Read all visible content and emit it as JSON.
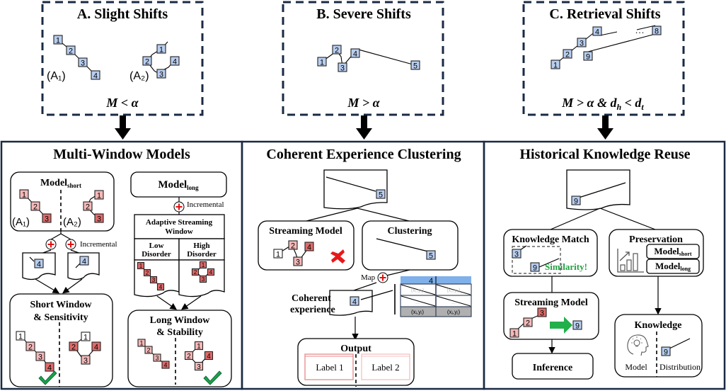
{
  "colors": {
    "frame": "#1a2a44",
    "node_blue": "#b8cef0",
    "node_pink": "#f4b8b8",
    "node_red": "#e06a6a",
    "plus_red": "#e01010",
    "check_green": "#1aa24a",
    "arrow_green": "#22b04a",
    "similarity_green": "#22a040",
    "table_header_blue": "#7fb0ea",
    "table_footer_gray": "#b0b0b0",
    "x_red": "#e81818"
  },
  "shifts": [
    {
      "title": "A. Slight Shifts",
      "formula": "M < α",
      "sub_labels": [
        "(A₁)",
        "(A₂)"
      ],
      "chain_a1": [
        "1",
        "2",
        "3",
        "4"
      ],
      "chain_a2": [
        "1",
        "2",
        "3",
        "4"
      ]
    },
    {
      "title": "B. Severe Shifts",
      "formula": "M > α",
      "nodes": [
        "1",
        "2",
        "3",
        "4",
        "5"
      ]
    },
    {
      "title": "C. Retrieval Shifts",
      "formula_main": "M > α & d",
      "formula_sub_h": "h",
      "formula_mid": " < d",
      "formula_sub_t": "t",
      "nodes": [
        "1",
        "2",
        "3",
        "4",
        "8",
        "9"
      ],
      "ellipsis": "…"
    }
  ],
  "panel_multi_window": {
    "title": "Multi-Window Models",
    "model_short": {
      "base": "Model",
      "sub": "short"
    },
    "model_long": {
      "base": "Model",
      "sub": "long"
    },
    "sub_labels": [
      "(A₁)",
      "(A₂)"
    ],
    "incremental_label": "Incremental",
    "adaptive_window": {
      "line1": "Adaptive Streaming",
      "line2": "Window"
    },
    "low_disorder": {
      "line1": "Low",
      "line2": "Disorder"
    },
    "high_disorder": {
      "line1": "High",
      "line2": "Disorder"
    },
    "incoming_node": "4",
    "short_window": {
      "line1": "Short Window",
      "line2": "& Sensitivity"
    },
    "long_window": {
      "line1": "Long Window",
      "line2": "& Stability"
    },
    "nodes": [
      "1",
      "2",
      "3",
      "4"
    ]
  },
  "panel_clustering": {
    "title": "Coherent Experience Clustering",
    "top_node": "5",
    "streaming_model_label": "Streaming Model",
    "clustering_label": "Clustering",
    "map_label": "Map",
    "coherent_label": {
      "line1": "Coherent",
      "line2": "experience"
    },
    "coherent_node": "4",
    "table": {
      "header": "4",
      "rows_faded": [
        [
          "(x₁,y₁)",
          "(x₂,y₂)"
        ],
        [
          "...",
          "..."
        ]
      ],
      "footer": [
        "(xᵢ,yᵢ)",
        "(xⱼ,yⱼ)"
      ]
    },
    "output_label": "Output",
    "output_labels": [
      "Label 1",
      "Label 2"
    ],
    "nodes": [
      "1",
      "2",
      "3",
      "4",
      "5"
    ]
  },
  "panel_reuse": {
    "title": "Historical Knowledge Reuse",
    "top_node": "9",
    "knowledge_match_label": "Knowledge Match",
    "match_nodes": [
      "3",
      "9"
    ],
    "similarity_label": "Similarity!",
    "preservation_label": "Preservation",
    "preservation_models": [
      {
        "base": "Model",
        "sub": "short"
      },
      {
        "base": "Model",
        "sub": "long"
      }
    ],
    "streaming_model_label": "Streaming Model",
    "streaming_nodes": [
      "1",
      "2",
      "3"
    ],
    "streaming_target": "9",
    "inference_label": "Inference",
    "knowledge_label": "Knowledge",
    "knowledge_model_label": "Model",
    "knowledge_distribution_label": "Distribution",
    "knowledge_node": "9"
  }
}
